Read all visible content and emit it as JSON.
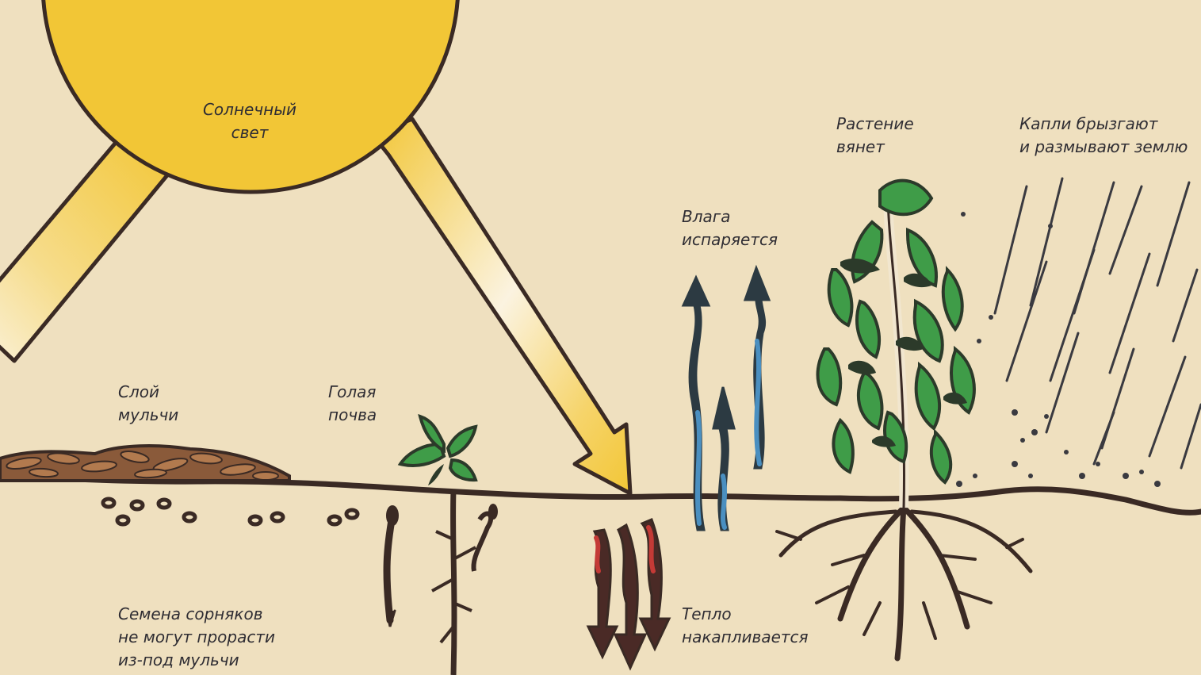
{
  "labels": {
    "sunlight": "Солнечный\nсвет",
    "plant_wilts": "Растение\nвянет",
    "drops_splash": "Капли брызгают\nи размывают землю",
    "moisture_evaporates": "Влага\nиспаряется",
    "mulch_layer": "Слой\nмульчи",
    "bare_soil": "Голая\nпочва",
    "weed_seeds": "Семена сорняков\nне могут прорасти\nиз-под мульчи",
    "heat_accumulates": "Тепло\nнакапливается"
  },
  "colors": {
    "background": "#efe0bf",
    "sun": "#f2c636",
    "outline": "#3a2a24",
    "leaf": "#3f9c48",
    "leaf_dark": "#2c3a2a",
    "water": "#4a8fc0",
    "heat": "#c43a36",
    "mulch": "#8a5a3a"
  }
}
